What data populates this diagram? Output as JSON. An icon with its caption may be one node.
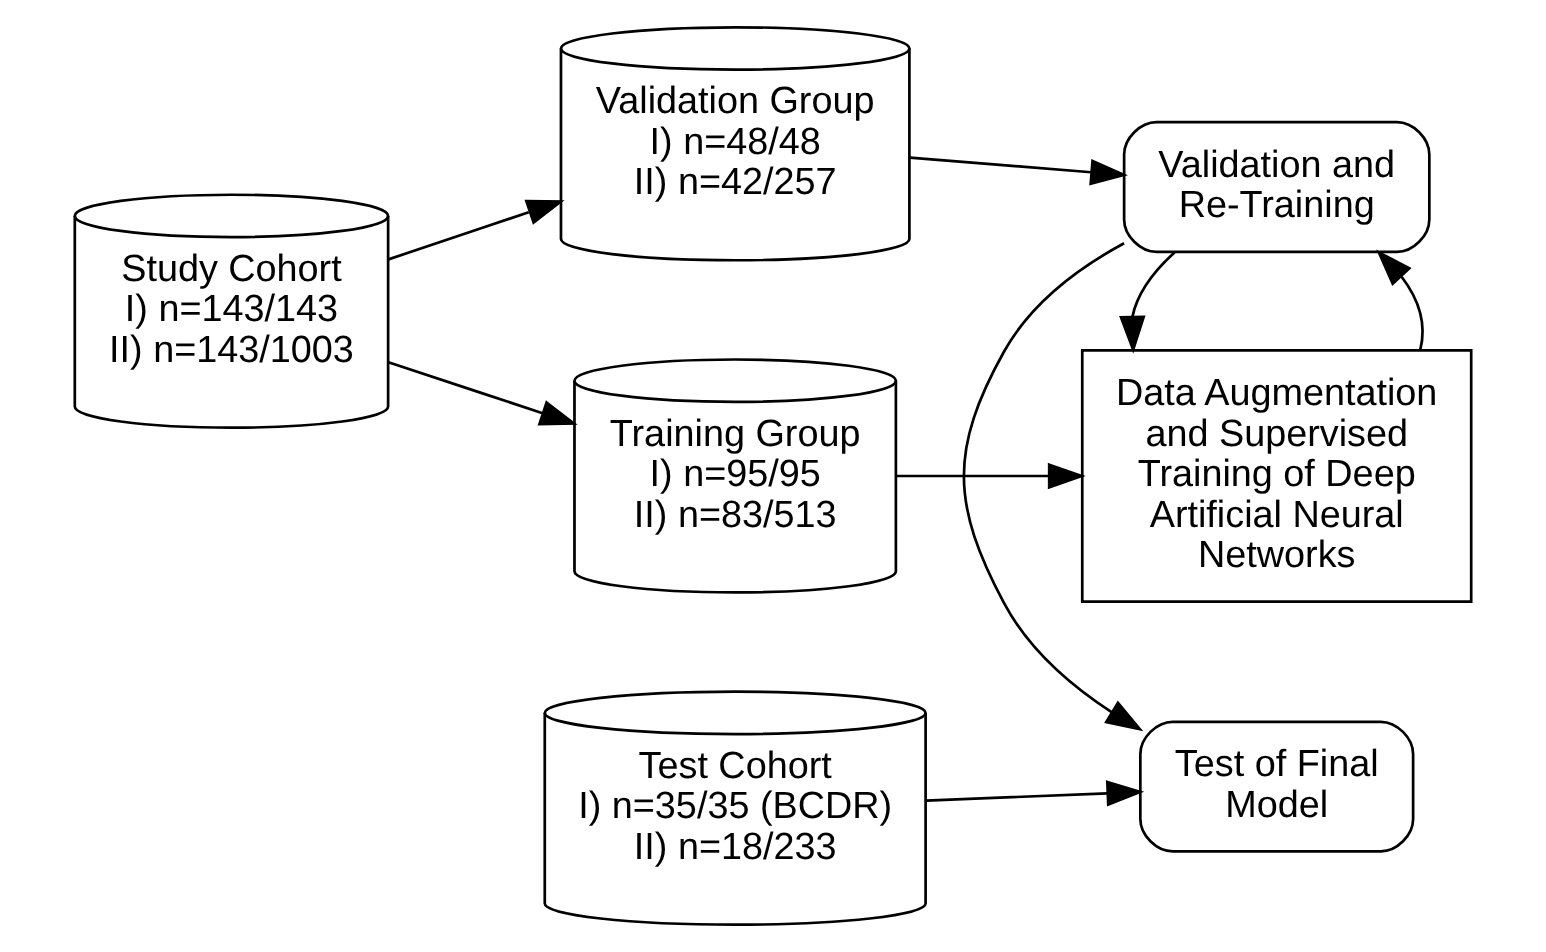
{
  "diagram": {
    "nodes": [
      {
        "text": [
          "Study Cohort",
          "I) n=143/143",
          "II) n=143/1003"
        ]
      },
      {
        "text": [
          "Training Group",
          "I) n=95/95",
          "II) n=83/513"
        ]
      },
      {
        "text": [
          "Validation Group",
          "I) n=48/48",
          "II) n=42/257"
        ]
      },
      {
        "text": [
          "Data Augmentation and Supervised Training of Deep Artificial Neural Networks"
        ]
      },
      {
        "text": [
          "Validation and Re-Training"
        ]
      },
      {
        "text": [
          "Test Cohort",
          "I) n=35/35 (BCDR)",
          "II) n=18/233"
        ]
      },
      {
        "text": [
          "Test of Final Model"
        ]
      }
    ],
    "edges": [
      {
        "from": 0,
        "to": 1,
        "arrow": "to"
      },
      {
        "from": 0,
        "to": 2,
        "arrow": "to"
      },
      {
        "from": 1,
        "to": 3,
        "arrow": "to"
      },
      {
        "from": 2,
        "to": 4,
        "arrow": "to"
      },
      {
        "from": 3,
        "to": 4,
        "arrow": "to"
      },
      {
        "from": 4,
        "to": 3,
        "arrow": "to"
      },
      {
        "from": 4,
        "to": 6,
        "arrow": "to"
      },
      {
        "from": 5,
        "to": 6,
        "arrow": "to"
      }
    ]
  }
}
